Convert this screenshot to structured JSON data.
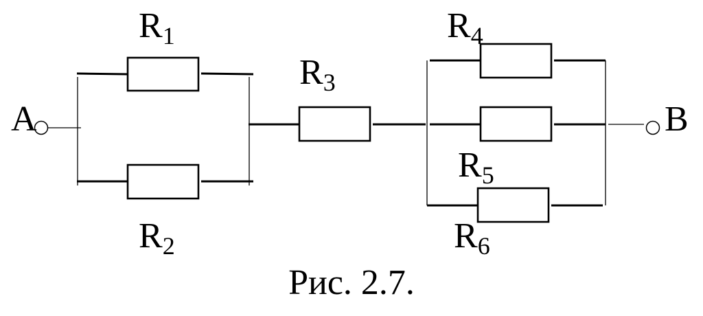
{
  "labels": {
    "terminal_a": "A",
    "terminal_b": "B",
    "r1": {
      "letter": "R",
      "sub": "1"
    },
    "r2": {
      "letter": "R",
      "sub": "2"
    },
    "r3": {
      "letter": "R",
      "sub": "3"
    },
    "r4": {
      "letter": "R",
      "sub": "4"
    },
    "r5": {
      "letter": "R",
      "sub": "5"
    },
    "r6": {
      "letter": "R",
      "sub": "6"
    }
  },
  "caption": "Рис. 2.7."
}
